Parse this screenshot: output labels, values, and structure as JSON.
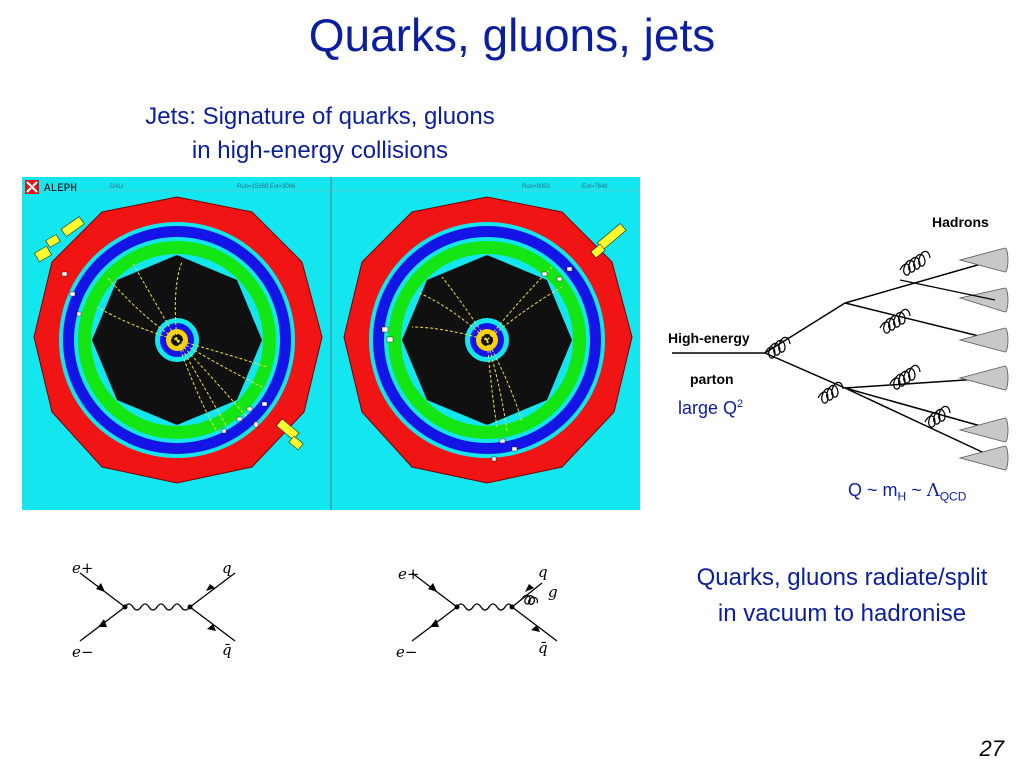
{
  "slide": {
    "title": "Quarks, gluons, jets",
    "subtitle_line1": "Jets: Signature of quarks, gluons",
    "subtitle_line2": "in high-energy collisions",
    "page_number": "27"
  },
  "event_display": {
    "logo_text": "ALEPH",
    "header_left_small": "DALI",
    "header_left_run": "Run=15368  Evt=3066",
    "header_right_run": "Run=9063",
    "header_right_evt": "Evt=7848"
  },
  "shower_diagram": {
    "hadrons_label": "Hadrons",
    "high_energy_label": "High-energy",
    "parton_label": "parton",
    "large_q_label": "large Q",
    "large_q_sup": "2",
    "scale_q": "Q ~ m",
    "scale_h": "H",
    "scale_tilde": " ~ ",
    "scale_lambda": "Λ",
    "scale_qcd": "QCD"
  },
  "radiate_text": {
    "line1": "Quarks, gluons radiate/split",
    "line2": "in vacuum to hadronise"
  },
  "feynman_1": {
    "e_plus": "e+",
    "e_minus": "e−",
    "q": "q",
    "q_bar": "q̄"
  },
  "feynman_2": {
    "e_plus": "e+",
    "e_minus": "e−",
    "q": "q",
    "g": "g",
    "q_bar": "q̄"
  },
  "colors": {
    "title_blue": "#0b1f9e",
    "display_bg": "#14e6f0",
    "ring_red": "#f01414",
    "ring_blue": "#1414e6",
    "ring_green": "#14e614",
    "core_black": "#101010",
    "track_yellow": "#f0e040"
  }
}
